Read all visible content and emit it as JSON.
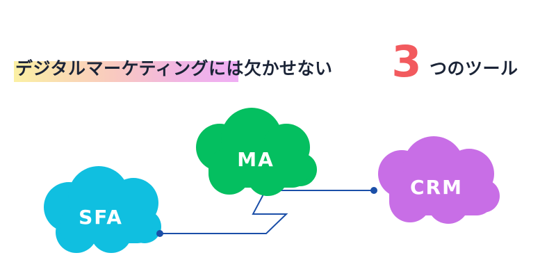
{
  "headline": {
    "main": "デジタルマーケティングには欠かせない",
    "number": "3",
    "tail": "つのツール"
  },
  "tools": [
    {
      "label": "SFA",
      "color": "#10bfe0"
    },
    {
      "label": "MA",
      "color": "#04bf60"
    },
    {
      "label": "CRM",
      "color": "#c86ee6"
    }
  ],
  "colors": {
    "text": "#1b2437",
    "accent_number": "#f25a5e",
    "connector": "#1b4fa8",
    "highlight_gradient": [
      "#fbf0a4",
      "#f9c9c0",
      "#f1b4e4",
      "#efaef4"
    ]
  }
}
